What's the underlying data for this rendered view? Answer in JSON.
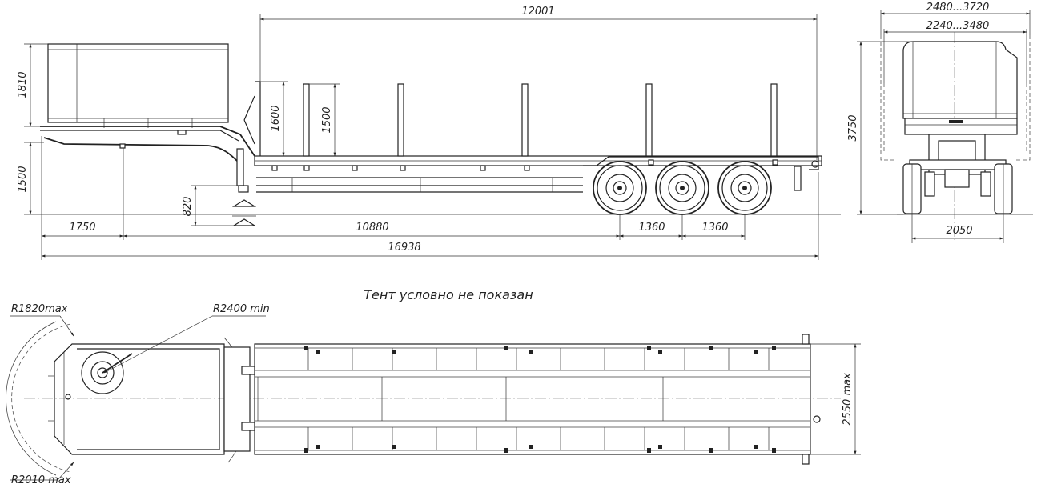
{
  "side_view": {
    "dimensions": {
      "platform_length": "12001",
      "tent_height": "1810",
      "stake_height_front": "1600",
      "stake_height": "1500",
      "coupling_height": "1500",
      "deck_height": "820",
      "kingpin_overhang": "1750",
      "kingpin_to_axle": "10880",
      "axle_spacing_1": "1360",
      "axle_spacing_2": "1360",
      "overall_length": "16938"
    }
  },
  "rear_view": {
    "dimensions": {
      "outer_width": "2480...3720",
      "inner_width": "2240...3480",
      "overall_height": "3750",
      "track_width": "2050"
    }
  },
  "top_view": {
    "note": "Тент условно не показан",
    "dimensions": {
      "radius_front": "R1820max",
      "radius_turn": "R2400 min",
      "radius_rear": "R2010 max",
      "overall_width": "2550 max"
    }
  }
}
